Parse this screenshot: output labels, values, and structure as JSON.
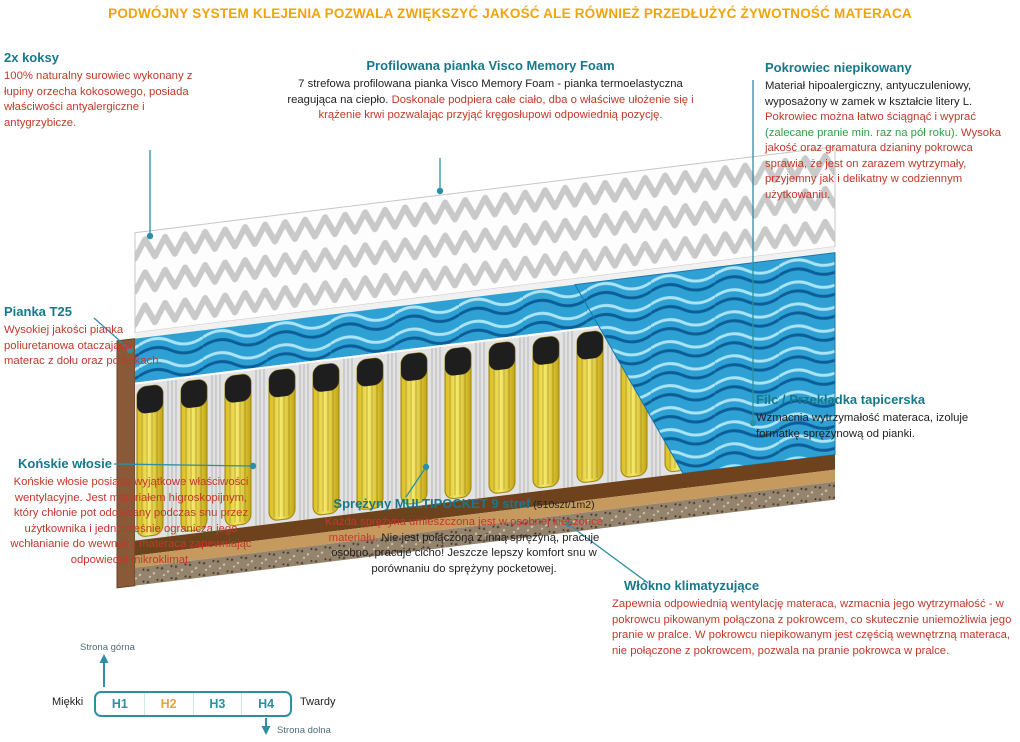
{
  "header": {
    "text": "PODWÓJNY SYSTEM KLEJENIA POZWALA ZWIĘKSZYĆ JAKOŚĆ ALE RÓWNIEŻ PRZEDŁUŻYĆ ŻYWOTNOŚĆ MATERACA"
  },
  "annotations": {
    "koksy": {
      "title": "2x koksy",
      "body": "100% naturalny surowiec wykonany z łupiny orzecha kokosowego, posiada właściwości antyalergiczne i antygrzybicze."
    },
    "visco": {
      "title": "Profilowana pianka Visco Memory Foam",
      "intro": "7 strefowa profilowana pianka Visco Memory Foam - pianka termoelastyczna reagująca na ciepło. ",
      "detail": "Doskonale podpiera całe ciało, dba o właściwe ułożenie się i krążenie krwi pozwalając przyjąć kręgosłupowi odpowiednią pozycję."
    },
    "pokrowiec": {
      "title": "Pokrowiec niepikowany",
      "seg1": "Materiał hipoalergiczny, antyuczuleniowy, wyposażony w zamek w kształcie litery L. ",
      "seg2": "Pokrowiec można łatwo ściągnąć i wyprać ",
      "seg3": "(zalecane pranie min. raz na pół roku).",
      "seg4": " Wysoka jakość oraz gramatura dzianiny pokrowca sprawia, że jest on zarazem wytrzymały, przyjemny jak i delikatny w codziennym użytkowaniu."
    },
    "pianka": {
      "title": "Pianka T25",
      "body": "Wysokiej jakości pianka poliuretanowa otaczająca materac z dołu oraz po bokach."
    },
    "konskie": {
      "title": "Końskie włosie",
      "body": "Końskie włosie posiada wyjątkowe właściwości wentylacyjne. Jest materiałem higroskopijnym, który chłonie pot oddawany podczas snu przez użytkownika i jednocześnie ogranicza jego wchłanianie do wewnątrz materaca zapewniając odpowiedni mikroklimat."
    },
    "filc": {
      "title": "Filc / Przekładka tapicerska",
      "body": "Wzmacnia wytrzymałość materaca, izoluje formatkę sprężynową od pianki."
    },
    "multipocket": {
      "title": "Sprężyny MULTIPOCKET 9 stref",
      "suffix": " (510szt/1m2)",
      "seg1": "Każda sprężyna umieszczona jest w osobnej kieszonce materiału. ",
      "seg2": "Nie jest połączona z inną sprężyną, pracuje osobno, pracuje cicho! Jeszcze lepszy komfort snu w porównaniu do sprężyny pocketowej."
    },
    "wlokno": {
      "title": "Włókno klimatyzujące",
      "body": "Zapewnia odpowiednią wentylację materaca, wzmacnia jego wytrzymałość - w pokrowcu pikowanym połączona z pokrowcem, co skutecznie uniemożliwia jego pranie w pralce. W pokrowcu niepikowanym jest częścią wewnętrzną materaca, nie połączone z pokrowcem, pozwala na pranie pokrowca w pralce."
    }
  },
  "scale": {
    "top_label": "Strona górna",
    "bottom_label": "Strona dolna",
    "left_label": "Miękki",
    "right_label": "Twardy",
    "h1": "H1",
    "h2": "H2",
    "h3": "H3",
    "h4": "H4",
    "highlighted": "H2"
  },
  "icons": {
    "arrow_up": "↑",
    "arrow_down": "↓"
  },
  "colors": {
    "header_orange": "#f0a30a",
    "heading_teal": "#17788c",
    "body_red": "#c0392b",
    "body_green": "#2e9e44",
    "body_black": "#1f1f1f",
    "line_teal": "#2c8fa3",
    "h_active_orange": "#e8a33d",
    "scale_label": "#4f6d79"
  }
}
